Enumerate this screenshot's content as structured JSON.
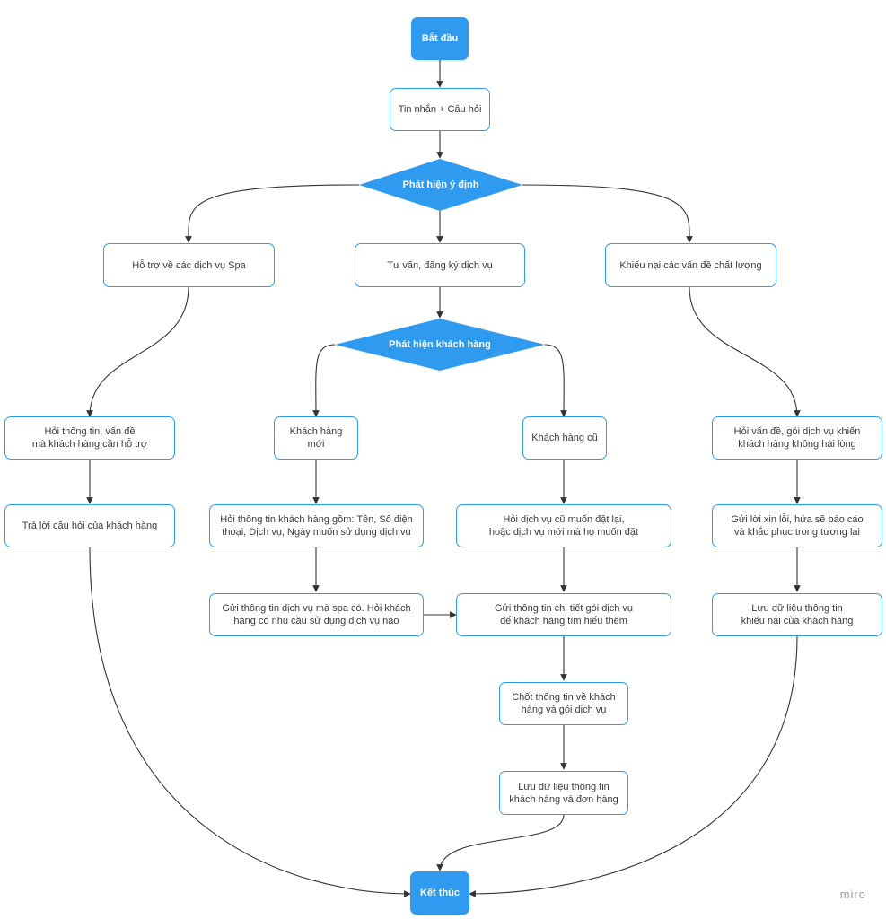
{
  "diagram": {
    "start_label": "Bắt đầu",
    "end_label": "Kết thúc",
    "message_node": "Tin nhắn + Câu hỏi",
    "intent_decision": "Phát hiện ý định",
    "customer_decision": "Phát hiện khách hàng",
    "branches": {
      "support": "Hỗ trợ về các dịch vụ Spa",
      "consult": "Tư vấn, đăng ký dịch vụ",
      "complaint": "Khiếu nại các vấn đề chất lượng"
    },
    "support_steps": {
      "ask_info": "Hỏi thông tin, vấn đề\nmà khách hàng cần hỗ trợ",
      "answer": "Trả lời câu hỏi của khách hàng"
    },
    "new_customer": {
      "label": "Khách hàng mới",
      "ask_info": "Hỏi thông tin khách hàng gồm: Tên, Số điện\nthoại, Dịch vụ, Ngày muốn sử dụng dịch vụ",
      "send_services": "Gửi thông tin dịch vụ mà spa có. Hỏi khách\nhàng có nhu cầu sử dụng dịch vụ nào"
    },
    "old_customer": {
      "label": "Khách hàng cũ",
      "ask_service": "Hỏi dịch vụ cũ muốn đặt lại,\nhoặc dịch vụ mới mà họ muốn đặt",
      "send_details": "Gửi thông tin chi tiết gói dịch vụ\nđể khách hàng tìm hiểu thêm",
      "confirm": "Chốt thông tin về khách\nhàng và gói dịch vụ",
      "save": "Lưu dữ liệu thông tin\nkhách hàng và đơn hàng"
    },
    "complaint_steps": {
      "ask_issue": "Hỏi vấn đề, gói dịch vụ khiến\nkhách hàng không hài lòng",
      "apologize": "Gửi lời xin lỗi, hứa sẽ báo cáo\nvà khắc phục trong tương lai",
      "save": "Lưu dữ liệu thông tin\nkhiếu nại của khách hàng"
    }
  },
  "watermark": "miro",
  "colors": {
    "accent": "#2f9bf0",
    "edge": "#333333"
  }
}
